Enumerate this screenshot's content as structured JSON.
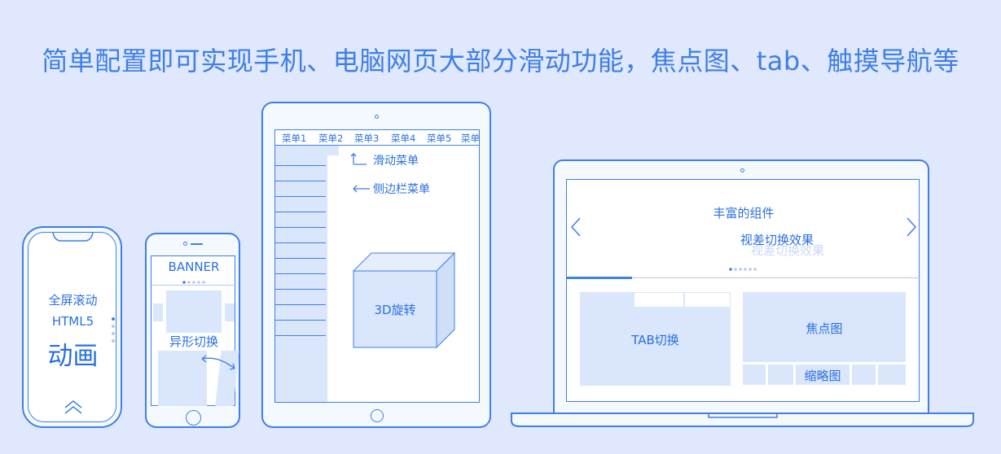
{
  "headline": "简单配置即可实现手机、电脑网页大部分滑动功能，焦点图、tab、触摸导航等",
  "phone1": {
    "line1": "全屏滚动",
    "line2": "HTML5",
    "line3": "动画"
  },
  "phone2": {
    "banner": "BANNER",
    "caption": "异形切换"
  },
  "tablet": {
    "menu": [
      "菜单1",
      "菜单2",
      "菜单3",
      "菜单4",
      "菜单5",
      "菜单"
    ],
    "slide_menu": "滑动菜单",
    "sidebar_menu": "侧边栏菜单",
    "cube_label": "3D旋转"
  },
  "laptop": {
    "slide_title": "丰富的组件",
    "slide_sub": "视差切换效果",
    "slide_sub_shadow": "视差切换效果",
    "tab_label": "TAB切换",
    "focus_label": "焦点图",
    "thumb_label": "缩略图"
  },
  "colors": {
    "background": "#dfe8fd",
    "accent": "#3f7fe6",
    "fill": "#d9e6fb"
  }
}
